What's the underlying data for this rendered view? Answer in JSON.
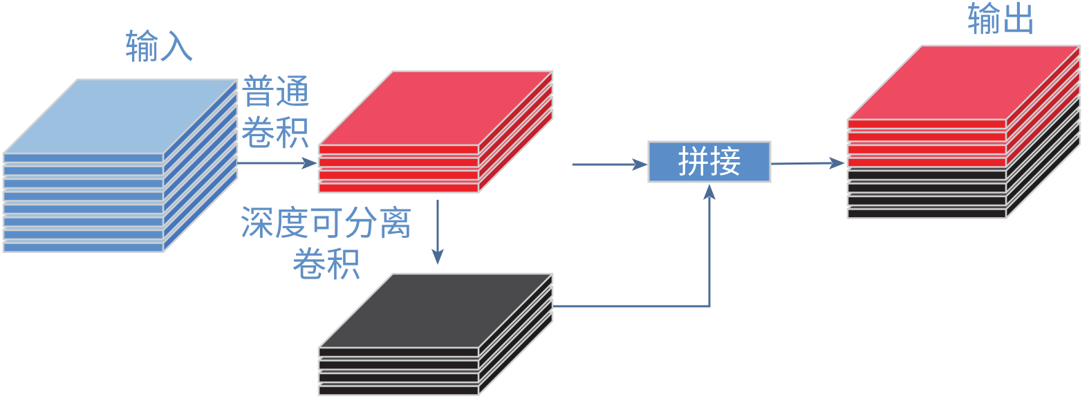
{
  "title": "Ghost module feature map diagram",
  "labels": {
    "input": "输入",
    "output": "输出",
    "ordinary_conv_line1": "普通",
    "ordinary_conv_line2": "卷积",
    "depthwise_conv_line1": "深度可分离",
    "depthwise_conv_line2": "卷积",
    "concat": "拼接"
  },
  "colors": {
    "outline": "#d0d0d0",
    "arrow": "#4a6b96",
    "label_text": "#5f8fc6",
    "concat_box": "#5b8ec9",
    "blue_top": "#9bc0e0",
    "blue_front": "#5b8ec9",
    "blue_side": "#4677bd",
    "red_top": "#ee4a62",
    "red_front": "#ea2228",
    "red_side": "#c4202a",
    "black_top": "#4a494b",
    "black_front": "#231f20",
    "black_side": "#1e1c1d"
  },
  "stacks": [
    {
      "id": "input-stack",
      "layers": [
        "blue",
        "blue",
        "blue",
        "blue",
        "blue",
        "blue",
        "blue",
        "blue"
      ]
    },
    {
      "id": "ordinary-conv-output-stack",
      "layers": [
        "red",
        "red",
        "red",
        "red"
      ]
    },
    {
      "id": "depthwise-conv-output-stack",
      "layers": [
        "black",
        "black",
        "black",
        "black"
      ]
    },
    {
      "id": "output-stack",
      "layers": [
        "red",
        "red",
        "red",
        "red",
        "black",
        "black",
        "black",
        "black"
      ]
    }
  ]
}
